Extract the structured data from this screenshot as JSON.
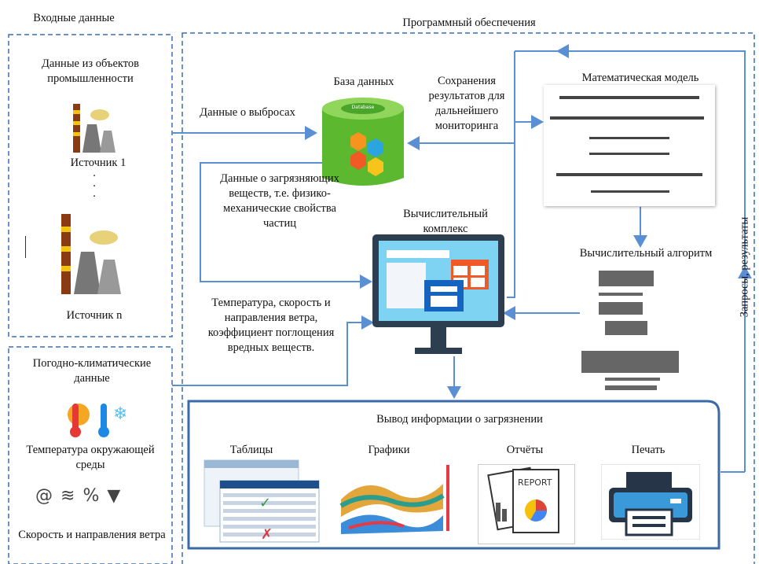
{
  "headers": {
    "input": "Входные данные",
    "software": "Программный обеспечения"
  },
  "input": {
    "industry_title": "Данные из объектов промышленности",
    "source1": "Источник 1",
    "dots": ".\n.\n.",
    "source_n": "Источник n",
    "weather_title": "Погодно-климатические данные",
    "temperature": "Температура окружающей среды",
    "wind": "Скорость и направления ветра"
  },
  "software": {
    "database": "База данных",
    "db_badge": "Database",
    "emissions": "Данные о выбросах",
    "save_results": "Сохранения результатов для дальнейшего мониторинга",
    "pollutant_data": "Данные о загрязняющих веществ, т.е.  физико-механические свойства частиц",
    "computing_complex": "Вычислительный комплекс",
    "weather_params": "Температура, скорость и направления ветра, коэффициент поглощения вредных веществ.",
    "math_model": "Математическая модель",
    "algorithm": "Вычислительный алгоритм",
    "requests": "Запросы, результаты"
  },
  "output": {
    "title": "Вывод информации о загрязнении",
    "tables": "Таблицы",
    "charts": "Графики",
    "reports": "Отчёты",
    "print": "Печать"
  },
  "colors": {
    "arrow": "#5b8fd3",
    "dash": "#3b6fb2",
    "output_border": "#3a6aa8",
    "db_green": "#5cb82e"
  }
}
